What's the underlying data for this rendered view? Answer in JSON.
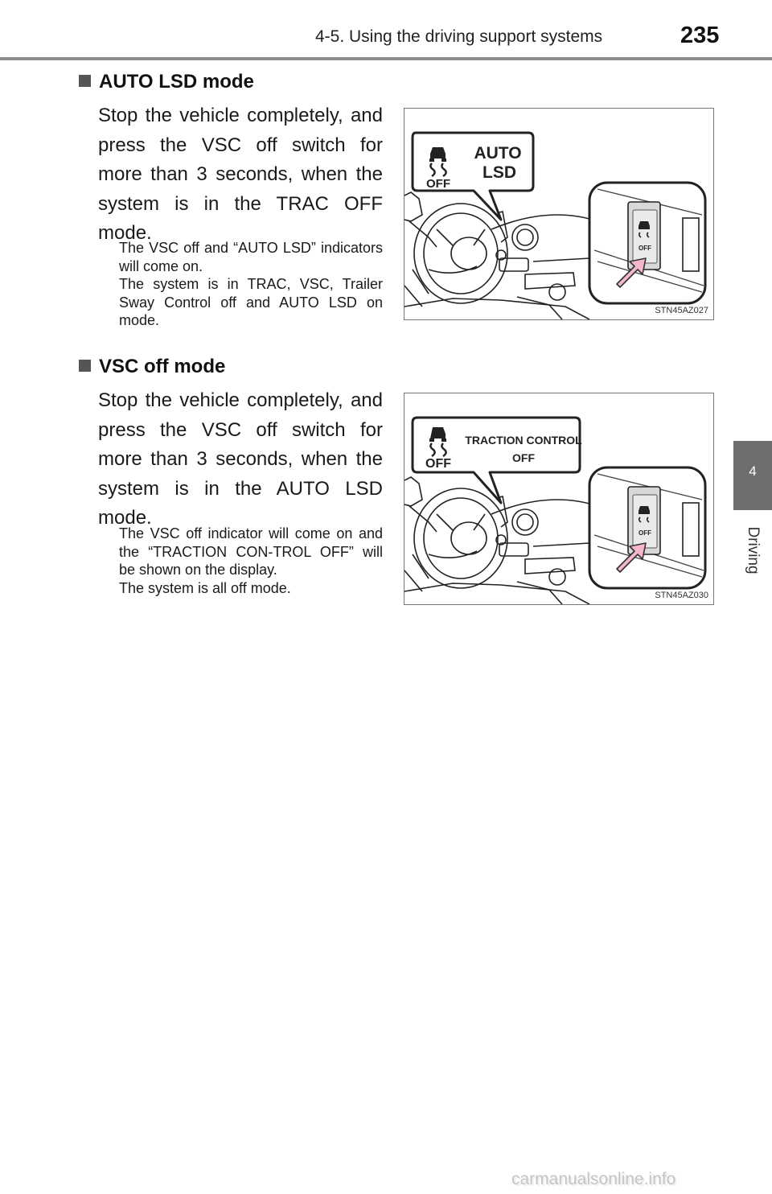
{
  "header": {
    "section_title": "4-5. Using the driving support systems",
    "page_number": "235"
  },
  "side_tab": {
    "chapter_number": "4",
    "chapter_label": "Driving"
  },
  "sections": [
    {
      "heading": "AUTO LSD mode",
      "body": "Stop the vehicle completely, and press the VSC off switch for more than 3 seconds, when the system is in the TRAC OFF mode.",
      "note": "The VSC off and “AUTO LSD” indicators will come on.\nThe system is in TRAC, VSC, Trailer Sway Control off and AUTO LSD on mode.",
      "figure": {
        "callout_off": "OFF",
        "callout_text_1": "AUTO",
        "callout_text_2": "LSD",
        "switch_label": "OFF",
        "figure_code": "STN45AZ027"
      }
    },
    {
      "heading": "VSC off mode",
      "body": "Stop the vehicle completely, and press the VSC off switch for more than 3 seconds, when the system is in the AUTO LSD mode.",
      "note": "The VSC off indicator will come on and the “TRACTION CON-TROL OFF” will be shown on the display.\nThe system is all off mode.",
      "figure": {
        "callout_off": "OFF",
        "callout_text_1": "TRACTION CONTROL",
        "callout_text_2": "OFF",
        "switch_label": "OFF",
        "figure_code": "STN45AZ030"
      }
    }
  ],
  "watermark": "carmanualsonline.info",
  "colors": {
    "accent_arrow": "#f4b6cc",
    "arrow_outline": "#333333",
    "side_tab": "#6e6e6e",
    "header_rule": "#8c8c8c"
  }
}
